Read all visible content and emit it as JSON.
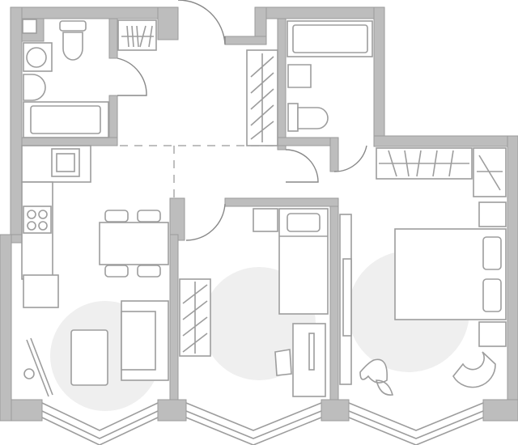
{
  "plan": {
    "colors": {
      "wall": "#bdbdbd",
      "wall_edge": "#9a9a9a",
      "fixture_stroke": "#9d9d9d",
      "rug": "#efefef",
      "background": "#ffffff"
    },
    "rooms": [
      "bathroom-1",
      "hallway",
      "kitchen-living",
      "bathroom-2",
      "bedroom-1",
      "bedroom-2"
    ]
  }
}
